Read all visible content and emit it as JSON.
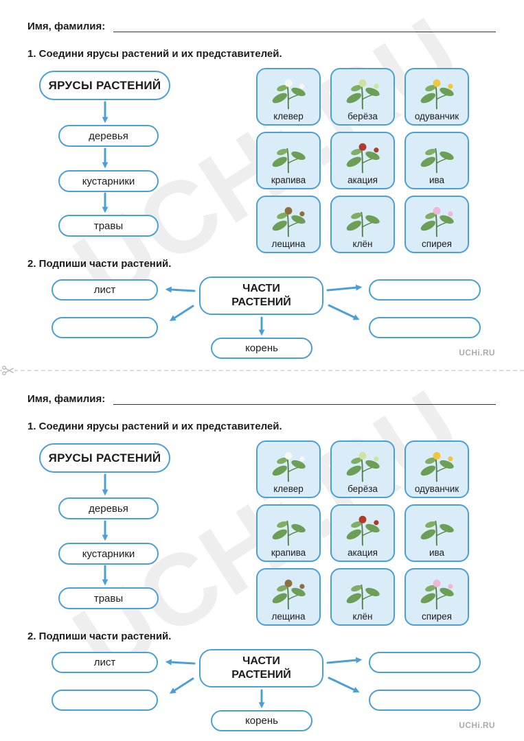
{
  "page": {
    "brand": "UCHi.RU",
    "watermark": "UCHi.RU",
    "colors": {
      "accent_blue": "#4b9fd8",
      "card_background": "#d9ecf8",
      "leaf_green": "#6b9f55",
      "stem_green": "#4f7d3c",
      "text_dark": "#1c1c1c",
      "brand_gray": "#ababab"
    }
  },
  "sheet": {
    "name_label": "Имя, фамилия:",
    "task1": "1. Соедини ярусы растений и их представителей.",
    "task2": "2. Подпиши части растений.",
    "tiers": {
      "title": "ЯРУСЫ РАСТЕНИЙ",
      "items": [
        {
          "label": "деревья"
        },
        {
          "label": "кустарники"
        },
        {
          "label": "травы"
        }
      ]
    },
    "plants": [
      {
        "label": "клевер",
        "accent": "#f4f8f0"
      },
      {
        "label": "берёза",
        "accent": "#cfe3a0"
      },
      {
        "label": "одуванчик",
        "accent": "#f2c53d"
      },
      {
        "label": "крапива"
      },
      {
        "label": "акация",
        "accent": "#b03a2e"
      },
      {
        "label": "ива"
      },
      {
        "label": "лещина",
        "accent": "#8d6e3f"
      },
      {
        "label": "клён"
      },
      {
        "label": "спирея",
        "accent": "#f0b6d5"
      }
    ],
    "parts": {
      "title": "ЧАСТИ РАСТЕНИЙ",
      "leaf": "лист",
      "root": "корень"
    }
  }
}
